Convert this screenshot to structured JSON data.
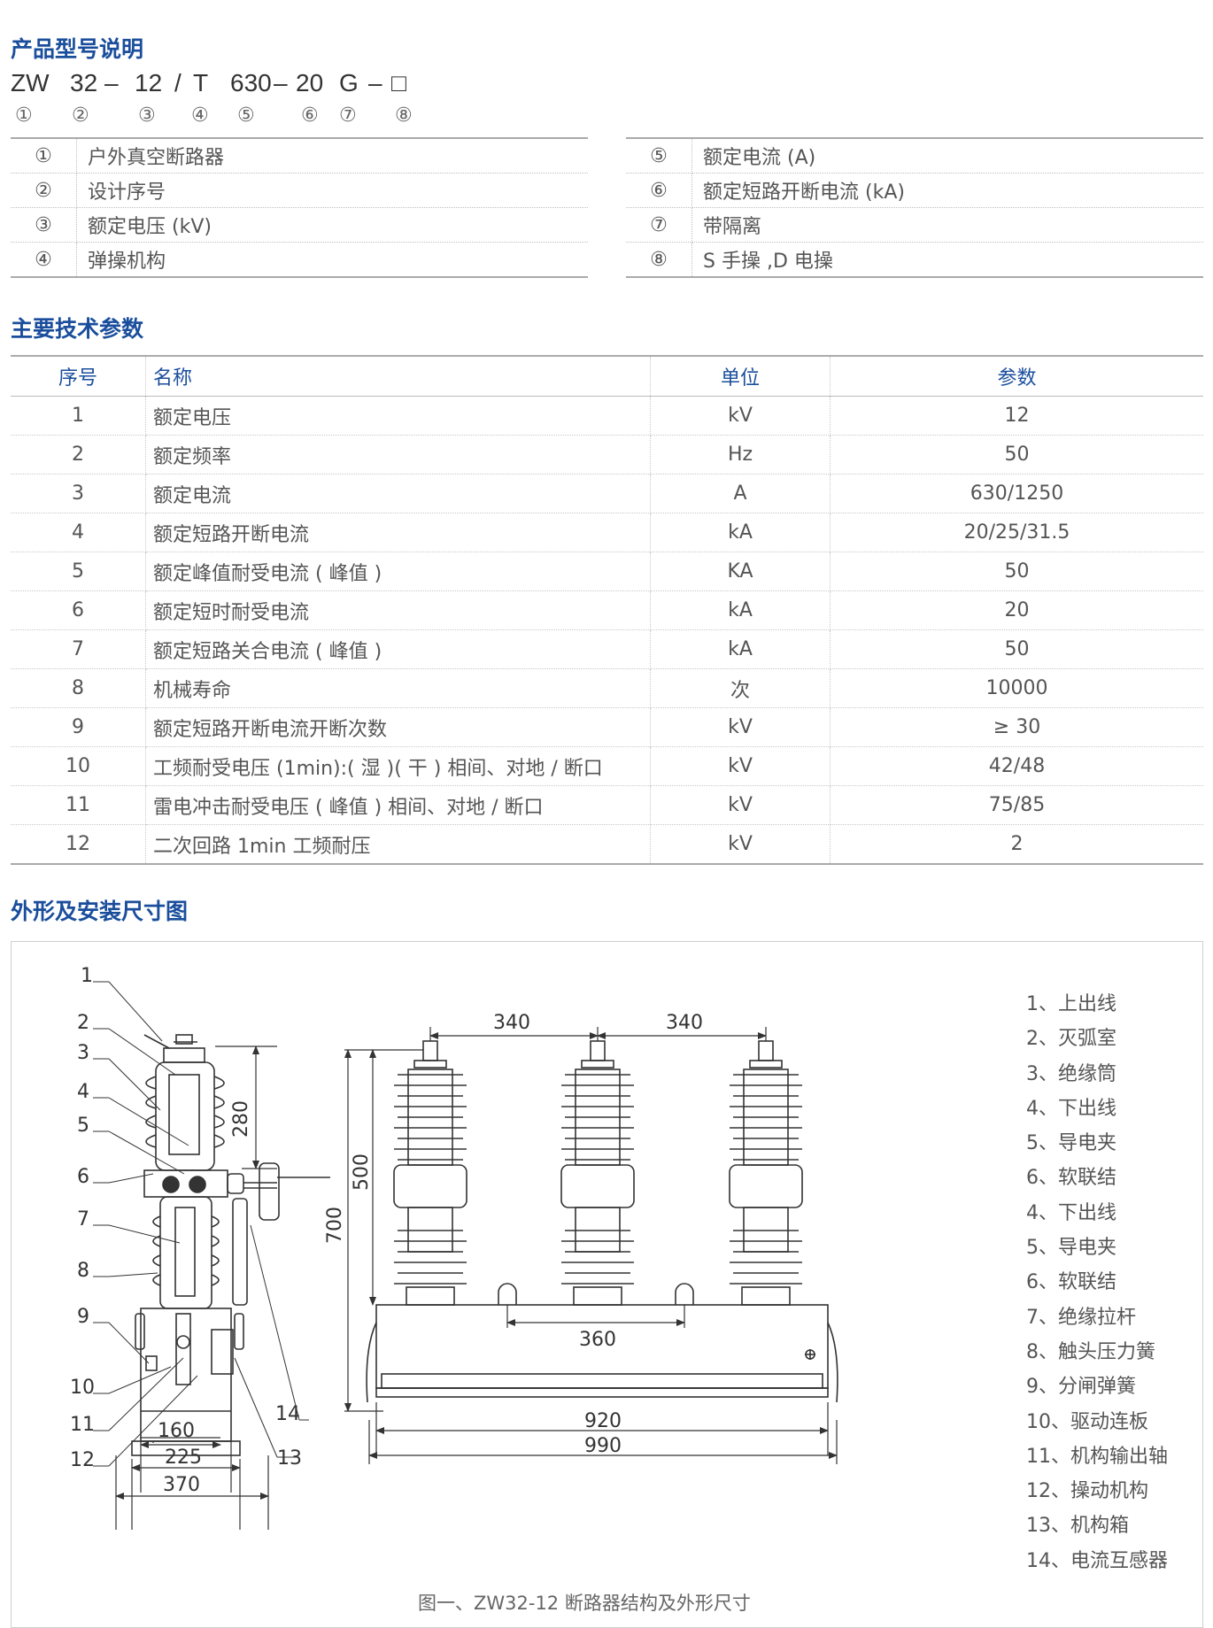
{
  "sections": {
    "model_title": "产品型号说明",
    "spec_title": "主要技术参数",
    "drawing_title": "外形及安装尺寸图"
  },
  "model": {
    "parts": [
      "ZW",
      "32",
      "–",
      "12",
      "/",
      "T",
      "630",
      "–",
      "20",
      "G",
      "–",
      "□"
    ],
    "circled": [
      "①",
      "②",
      "③",
      "④",
      "⑤",
      "⑥",
      "⑦",
      "⑧"
    ]
  },
  "definitions_left": [
    {
      "num": "①",
      "text": "户外真空断路器"
    },
    {
      "num": "②",
      "text": "设计序号"
    },
    {
      "num": "③",
      "text": "额定电压 (kV)"
    },
    {
      "num": "④",
      "text": "弹操机构"
    }
  ],
  "definitions_right": [
    {
      "num": "⑤",
      "text": "额定电流 (A)"
    },
    {
      "num": "⑥",
      "text": "额定短路开断电流 (kA)"
    },
    {
      "num": "⑦",
      "text": "带隔离"
    },
    {
      "num": "⑧",
      "text": "S 手操 ,D 电操"
    }
  ],
  "spec_table": {
    "headers": [
      "序号",
      "名称",
      "单位",
      "参数"
    ],
    "rows": [
      [
        "1",
        "额定电压",
        "kV",
        "12"
      ],
      [
        "2",
        "额定频率",
        "Hz",
        "50"
      ],
      [
        "3",
        "额定电流",
        "A",
        "630/1250"
      ],
      [
        "4",
        "额定短路开断电流",
        "kA",
        "20/25/31.5"
      ],
      [
        "5",
        "额定峰值耐受电流 ( 峰值 )",
        "KA",
        "50"
      ],
      [
        "6",
        "额定短时耐受电流",
        "kA",
        "20"
      ],
      [
        "7",
        "额定短路关合电流 ( 峰值 )",
        "kA",
        "50"
      ],
      [
        "8",
        "机械寿命",
        "次",
        "10000"
      ],
      [
        "9",
        "额定短路开断电流开断次数",
        "kV",
        "≥ 30"
      ],
      [
        "10",
        "工频耐受电压 (1min):( 湿 )( 干 ) 相间、对地 / 断口",
        "kV",
        "42/48"
      ],
      [
        "11",
        "雷电冲击耐受电压 ( 峰值 ) 相间、对地 / 断口",
        "kV",
        "75/85"
      ],
      [
        "12",
        "二次回路 1min 工频耐压",
        "kV",
        "2"
      ]
    ]
  },
  "drawing": {
    "side_labels": [
      "1",
      "2",
      "3",
      "4",
      "5",
      "6",
      "7",
      "8",
      "9",
      "10",
      "11",
      "12",
      "13",
      "14"
    ],
    "dims": {
      "d280": "280",
      "d160": "160",
      "d225": "225",
      "d370": "370",
      "d340a": "340",
      "d340b": "340",
      "d500": "500",
      "d700": "700",
      "d360": "360",
      "d920": "920",
      "d990": "990"
    },
    "legend": [
      "1、上出线",
      "2、灭弧室",
      "3、绝缘筒",
      "4、下出线",
      "5、导电夹",
      "6、软联结",
      "4、下出线",
      "5、导电夹",
      "6、软联结",
      "7、绝缘拉杆",
      "8、触头压力簧",
      "9、分闸弹簧",
      "10、驱动连板",
      "11、机构输出轴",
      "12、操动机构",
      "13、机构箱",
      "14、电流互感器"
    ],
    "caption": "图一、ZW32-12 断路器结构及外形尺寸"
  },
  "colors": {
    "title": "#1a4e9c",
    "text": "#555555",
    "line": "#333333"
  }
}
